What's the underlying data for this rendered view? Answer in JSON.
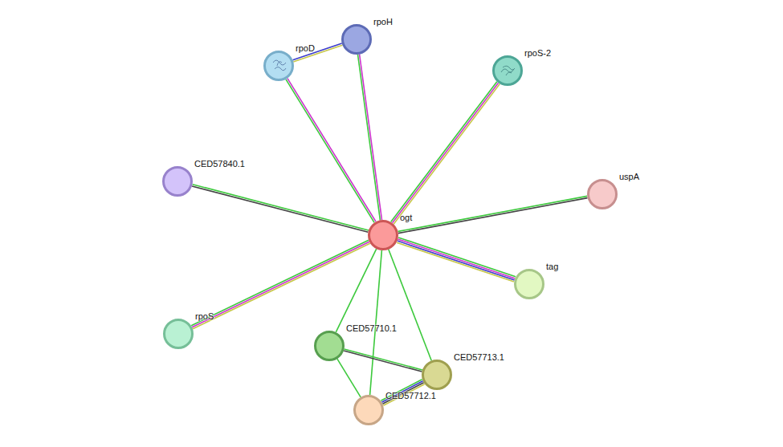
{
  "diagram": {
    "nodes": [
      {
        "text": [
          "rpoH"
        ]
      },
      {
        "text": [
          "rpoD"
        ]
      },
      {
        "text": [
          "rpoS-2"
        ]
      },
      {
        "text": [
          "CED57840.1"
        ]
      },
      {
        "text": [
          "uspA"
        ]
      },
      {
        "text": [
          "ogt"
        ]
      },
      {
        "text": [
          "tag"
        ]
      },
      {
        "text": [
          "rpoS"
        ]
      },
      {
        "text": [
          "CED57710.1"
        ]
      },
      {
        "text": [
          "CED57713.1"
        ]
      },
      {
        "text": [
          "CED57712.1"
        ]
      }
    ],
    "edges": [
      {
        "from": 5,
        "to": 1,
        "arrow": "none"
      },
      {
        "from": 5,
        "to": 0,
        "arrow": "none"
      },
      {
        "from": 5,
        "to": 2,
        "arrow": "none"
      },
      {
        "from": 5,
        "to": 3,
        "arrow": "none"
      },
      {
        "from": 5,
        "to": 4,
        "arrow": "none"
      },
      {
        "from": 5,
        "to": 6,
        "arrow": "none"
      },
      {
        "from": 5,
        "to": 7,
        "arrow": "none"
      },
      {
        "from": 5,
        "to": 8,
        "arrow": "none"
      },
      {
        "from": 5,
        "to": 9,
        "arrow": "none"
      },
      {
        "from": 5,
        "to": 10,
        "arrow": "none"
      },
      {
        "from": 1,
        "to": 0,
        "arrow": "none"
      },
      {
        "from": 8,
        "to": 9,
        "arrow": "none"
      },
      {
        "from": 8,
        "to": 10,
        "arrow": "none"
      },
      {
        "from": 10,
        "to": 9,
        "arrow": "none"
      }
    ]
  }
}
